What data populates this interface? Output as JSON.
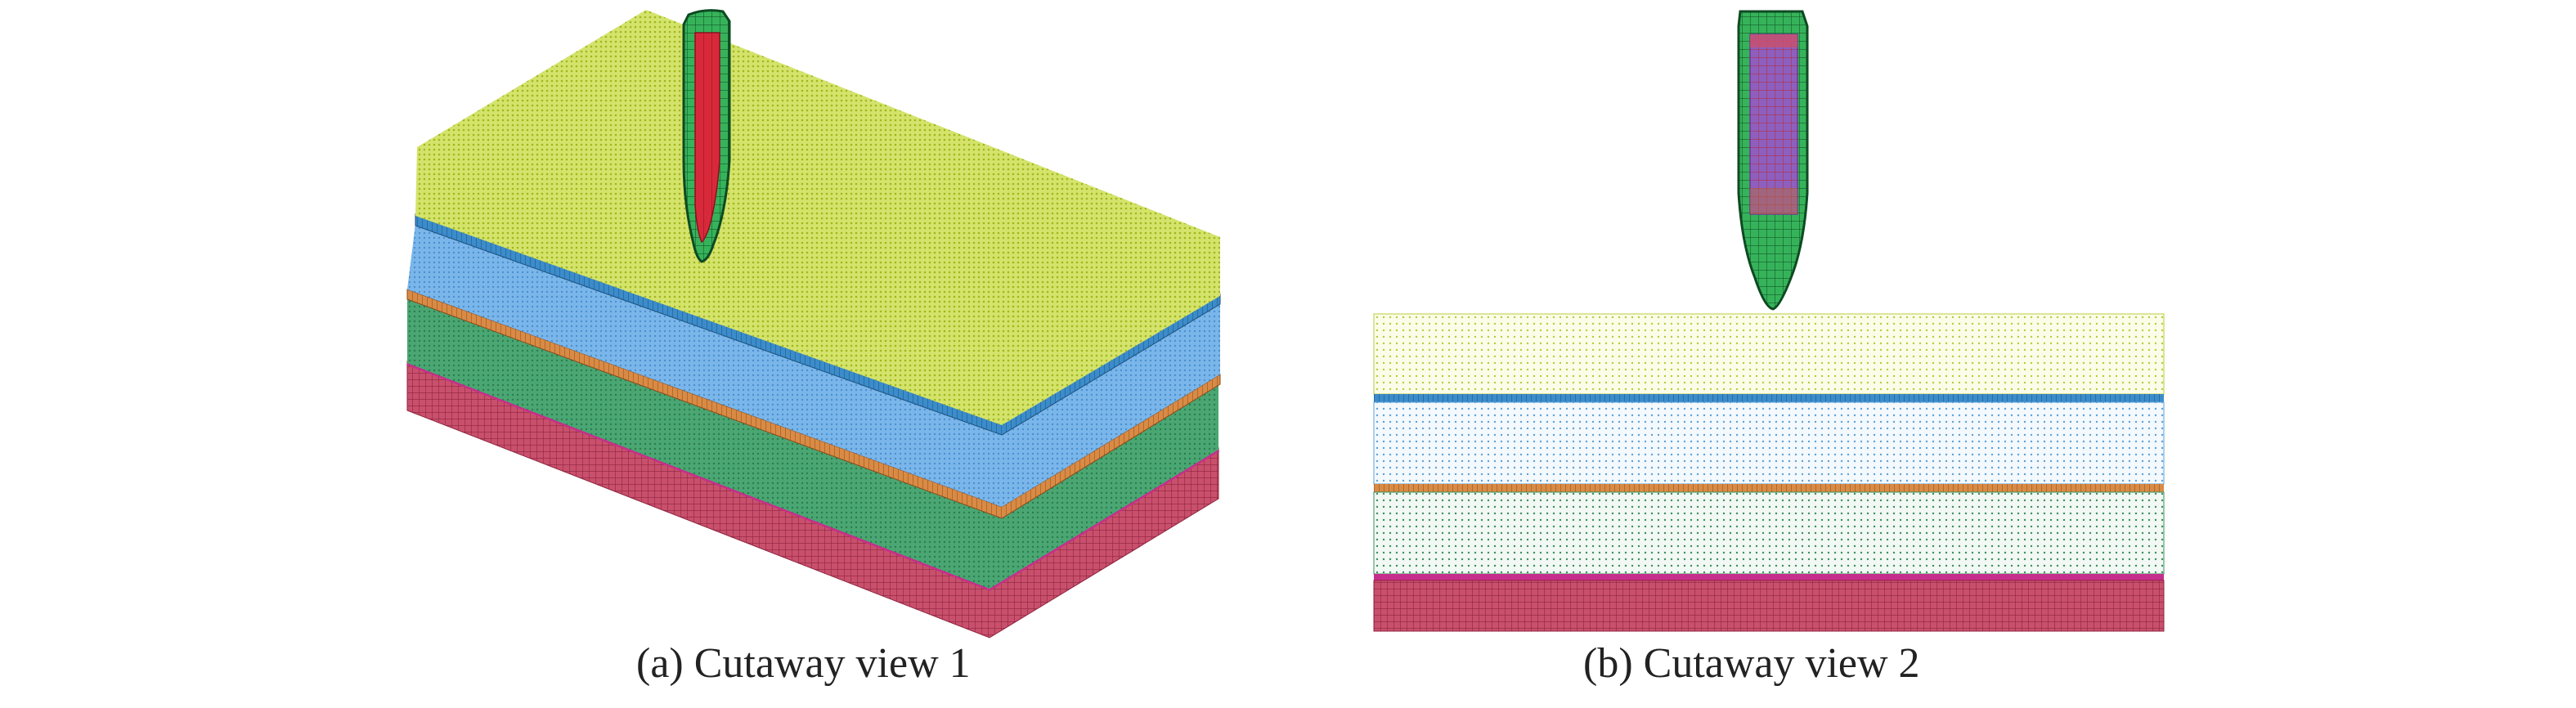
{
  "captions": {
    "a": "(a) Cutaway view 1",
    "b": "(b) Cutaway view 2"
  },
  "colors": {
    "top_layer": "#b9d22e",
    "blue_layer": "#6fb0e6",
    "blue_interface": "#2e7fbf",
    "green_layer": "#3f9f6a",
    "orange_interface": "#d7853a",
    "red_base": "#c24a66",
    "magenta_interface": "#c62e8c",
    "projectile_outer": "#2fa84f",
    "projectile_inner": "#d8293a",
    "projectile_core": "#8a55b5"
  },
  "icons": {
    "projectile": "projectile-mesh-icon",
    "mesh": "finite-element-mesh"
  }
}
